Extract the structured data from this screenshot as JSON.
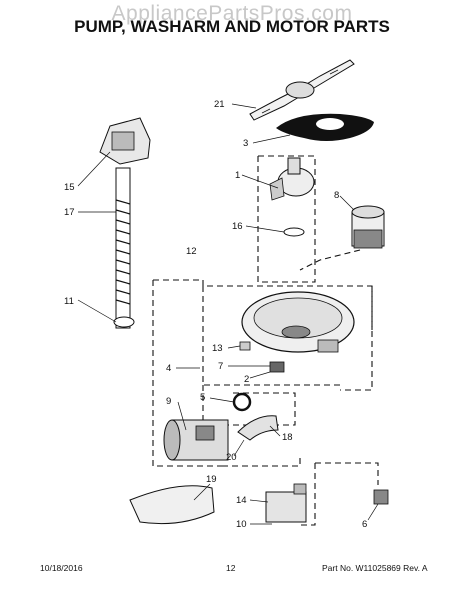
{
  "watermark": "AppliancePartsPros.com",
  "title": "PUMP, WASHARM AND MOTOR PARTS",
  "callouts": {
    "c21": "21",
    "c3": "3",
    "c1": "1",
    "c8": "8",
    "c16": "16",
    "c15": "15",
    "c17": "17",
    "c12": "12",
    "c11": "11",
    "c13": "13",
    "c7": "7",
    "c4": "4",
    "c2": "2",
    "c9": "9",
    "c5": "5",
    "c18": "18",
    "c20": "20",
    "c19": "19",
    "c14": "14",
    "c10": "10",
    "c6": "6"
  },
  "footer": {
    "date": "10/18/2016",
    "page": "12",
    "part_no": "Part No. W11025869  Rev. A"
  }
}
